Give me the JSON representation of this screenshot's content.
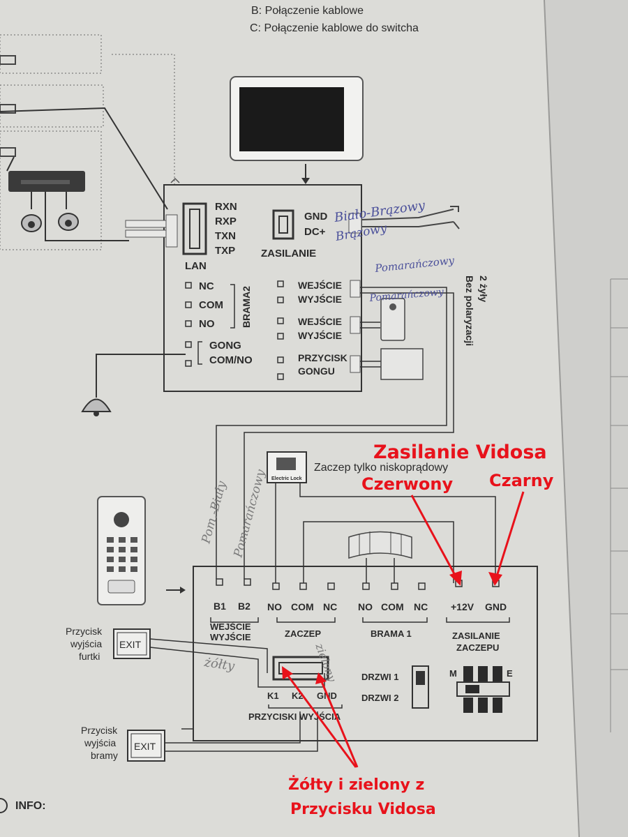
{
  "header": {
    "line_b": "B: Połączenie kablowe",
    "line_c": "C: Połączenie kablowe do switcha"
  },
  "monitor_module": {
    "lan": {
      "pins": [
        "RXN",
        "RXP",
        "TXN",
        "TXP"
      ],
      "label": "LAN"
    },
    "power": {
      "gnd": "GND",
      "dc": "DC+",
      "label": "ZASILANIE"
    },
    "gate2": {
      "pins": [
        "NC",
        "COM",
        "NO"
      ],
      "label": "BRAMA2"
    },
    "gong": {
      "pins": [
        "GONG",
        "COM/NO"
      ]
    },
    "io1": [
      "WEJŚCIE",
      "WYJŚCIE"
    ],
    "io2": [
      "WEJŚCIE",
      "WYJŚCIE"
    ],
    "chime_button": [
      "PRZYCISK",
      "GONGU"
    ],
    "wire_note_1": "2 żyły",
    "wire_note_2": "Bez polaryzacji"
  },
  "lock": {
    "icon_label": "Electric Lock",
    "caption": "Zaczep tylko niskoprądowy"
  },
  "outdoor_module": {
    "terminals": {
      "b1": "B1",
      "b2": "B2",
      "no1": "NO",
      "com1": "COM",
      "nc1": "NC",
      "no2": "NO",
      "com2": "COM",
      "nc2": "NC",
      "v12": "+12V",
      "gnd": "GND"
    },
    "group_labels": {
      "io_1": "WEJŚCIE",
      "io_2": "WYJŚCIE",
      "lock": "ZACZEP",
      "gate1": "BRAMA 1",
      "lock_power_1": "ZASILANIE",
      "lock_power_2": "ZACZEPU"
    },
    "exit_buttons": {
      "pins": [
        "K1",
        "K2",
        "GND"
      ],
      "label": "PRZYCISKI WYJŚCIA"
    },
    "doors": [
      "DRZWI 1",
      "DRZWI 2"
    ],
    "switch_labels": {
      "m": "M",
      "e": "E"
    }
  },
  "exit_gate": {
    "caption": [
      "Przycisk",
      "wyjścia",
      "furtki"
    ],
    "button": "EXIT"
  },
  "exit_brama": {
    "caption": [
      "Przycisk",
      "wyjścia",
      "bramy"
    ],
    "button": "EXIT"
  },
  "handwriting": {
    "white_brown": "Biało-Brązowy",
    "brown": "Brązowy",
    "orange_white": "Pomarańczowy",
    "orange": "Pomarańczowy",
    "left_white": "Pom.-Biały",
    "left_orange": "Pomarańczowy",
    "yellow": "żółty",
    "green": "zielony"
  },
  "annotations": {
    "power_title": "Zasilanie Vidosa",
    "red": "Czerwony",
    "black": "Czarny",
    "bottom_1": "Żółty i zielony z",
    "bottom_2": "Przycisku Vidosa"
  },
  "footer": {
    "info": "INFO:"
  },
  "colors": {
    "annotation": "#e8121b",
    "paper": "#dcdcd8",
    "ink": "#2b2b2b",
    "pen": "#4a4f9a"
  }
}
